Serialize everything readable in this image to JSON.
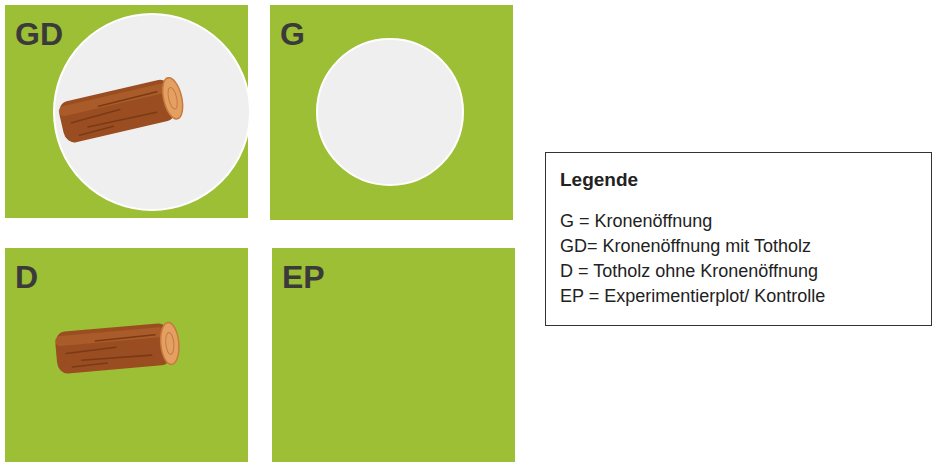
{
  "diagram": {
    "nodes": [
      {
        "text": [
          "GD"
        ]
      },
      {
        "text": [
          "G"
        ]
      },
      {
        "text": [
          "D"
        ]
      },
      {
        "text": [
          "EP"
        ]
      }
    ],
    "labels": [
      "Legende"
    ],
    "legend": [
      {
        "text": "G = Kronenöffnung"
      },
      {
        "text": "GD= Kronenöffnung mit Totholz"
      },
      {
        "text": "D = Totholz ohne Kronenöffnung"
      },
      {
        "text": "EP = Experimentierplot/ Kontrolle"
      }
    ]
  }
}
